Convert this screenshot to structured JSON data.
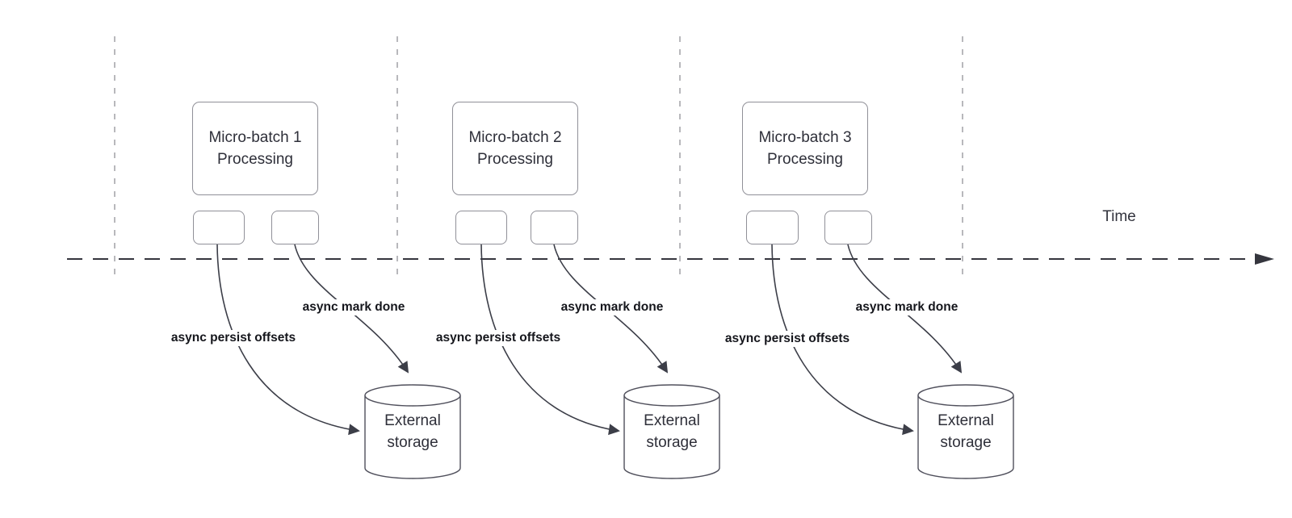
{
  "diagram": {
    "time_label": "Time",
    "groups": [
      {
        "title_line1": "Micro-batch 1",
        "title_line2": "Processing",
        "persist_label": "async persist offsets",
        "mark_label": "async mark done",
        "storage_line1": "External",
        "storage_line2": "storage"
      },
      {
        "title_line1": "Micro-batch 2",
        "title_line2": "Processing",
        "persist_label": "async persist offsets",
        "mark_label": "async mark done",
        "storage_line1": "External",
        "storage_line2": "storage"
      },
      {
        "title_line1": "Micro-batch 3",
        "title_line2": "Processing",
        "persist_label": "async persist offsets",
        "mark_label": "async mark done",
        "storage_line1": "External",
        "storage_line2": "storage"
      }
    ],
    "colors": {
      "shape_border": "#909098",
      "cylinder_border": "#50505c",
      "connector": "#3c3e48",
      "timeline": "#35363e",
      "guide": "#a7a7ac",
      "shape_text": "#2e2f39",
      "label_text": "#15161c"
    }
  }
}
